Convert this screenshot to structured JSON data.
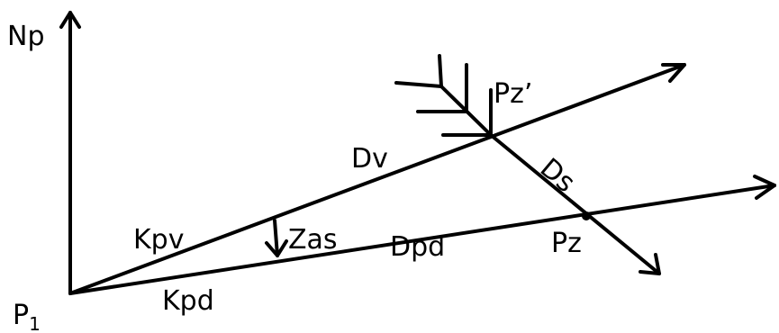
{
  "diagram": {
    "labels": {
      "north": "Np",
      "origin_main": "P",
      "origin_sub": "1",
      "kpv": "Kpv",
      "kpd": "Kpd",
      "dv": "Dv",
      "dpd": "Dpd",
      "ds": "Ds",
      "zas": "Zas",
      "pz": "Pz",
      "pz_prime": "Pz’"
    },
    "colors": {
      "stroke": "#000000",
      "background": "#ffffff"
    }
  }
}
